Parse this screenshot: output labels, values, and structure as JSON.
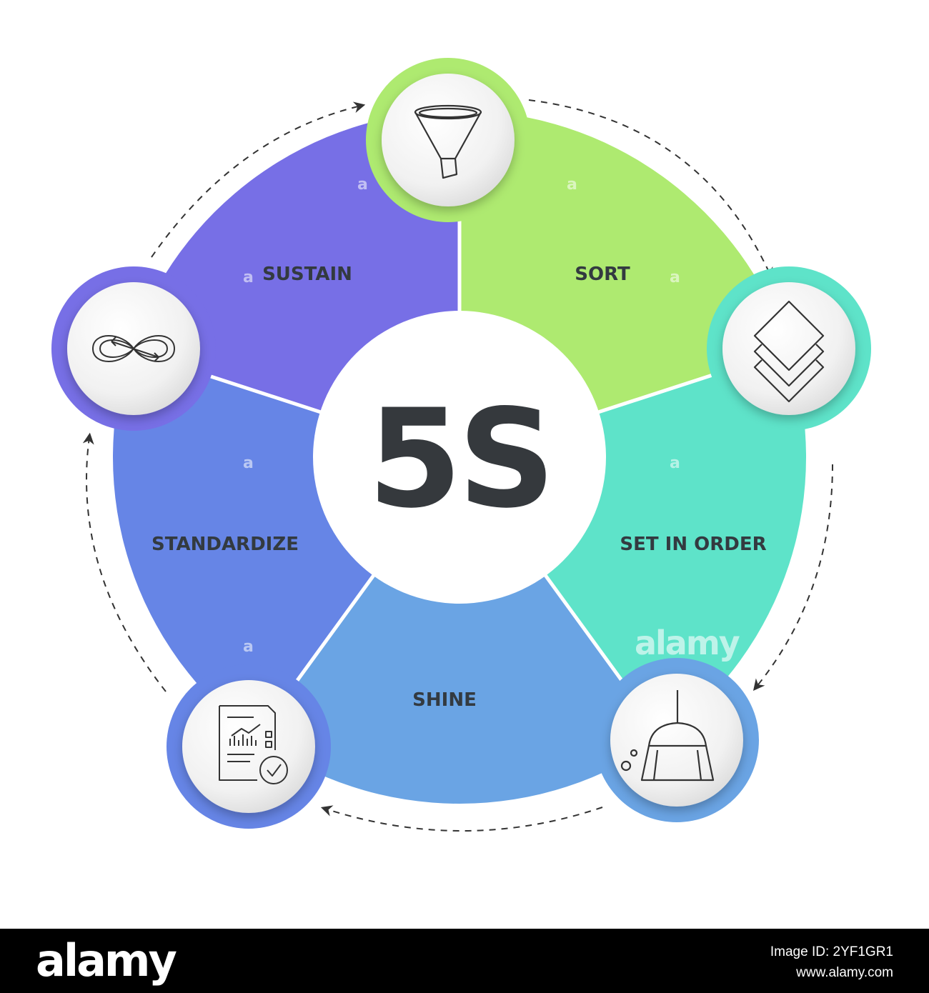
{
  "diagram": {
    "center_title": "5S",
    "segments": [
      {
        "label": "SORT",
        "color": "#aeea70",
        "ring_color": "#aeea70",
        "icon": "funnel-icon"
      },
      {
        "label": "SET IN ORDER",
        "color": "#5ee3c9",
        "ring_color": "#5ee3c9",
        "icon": "layers-icon"
      },
      {
        "label": "SHINE",
        "color": "#6aa4e4",
        "ring_color": "#6aa4e4",
        "icon": "broom-icon"
      },
      {
        "label": "STANDARDIZE",
        "color": "#6685e6",
        "ring_color": "#6685e6",
        "icon": "report-check-icon"
      },
      {
        "label": "SUSTAIN",
        "color": "#776fe6",
        "ring_color": "#776fe6",
        "icon": "infinity-arrows-icon"
      }
    ]
  },
  "watermark": {
    "brand": "alamy",
    "letter": "a"
  },
  "footer": {
    "logo": "alamy",
    "image_id_line": "Image ID: 2YF1GR1",
    "url": "www.alamy.com"
  }
}
